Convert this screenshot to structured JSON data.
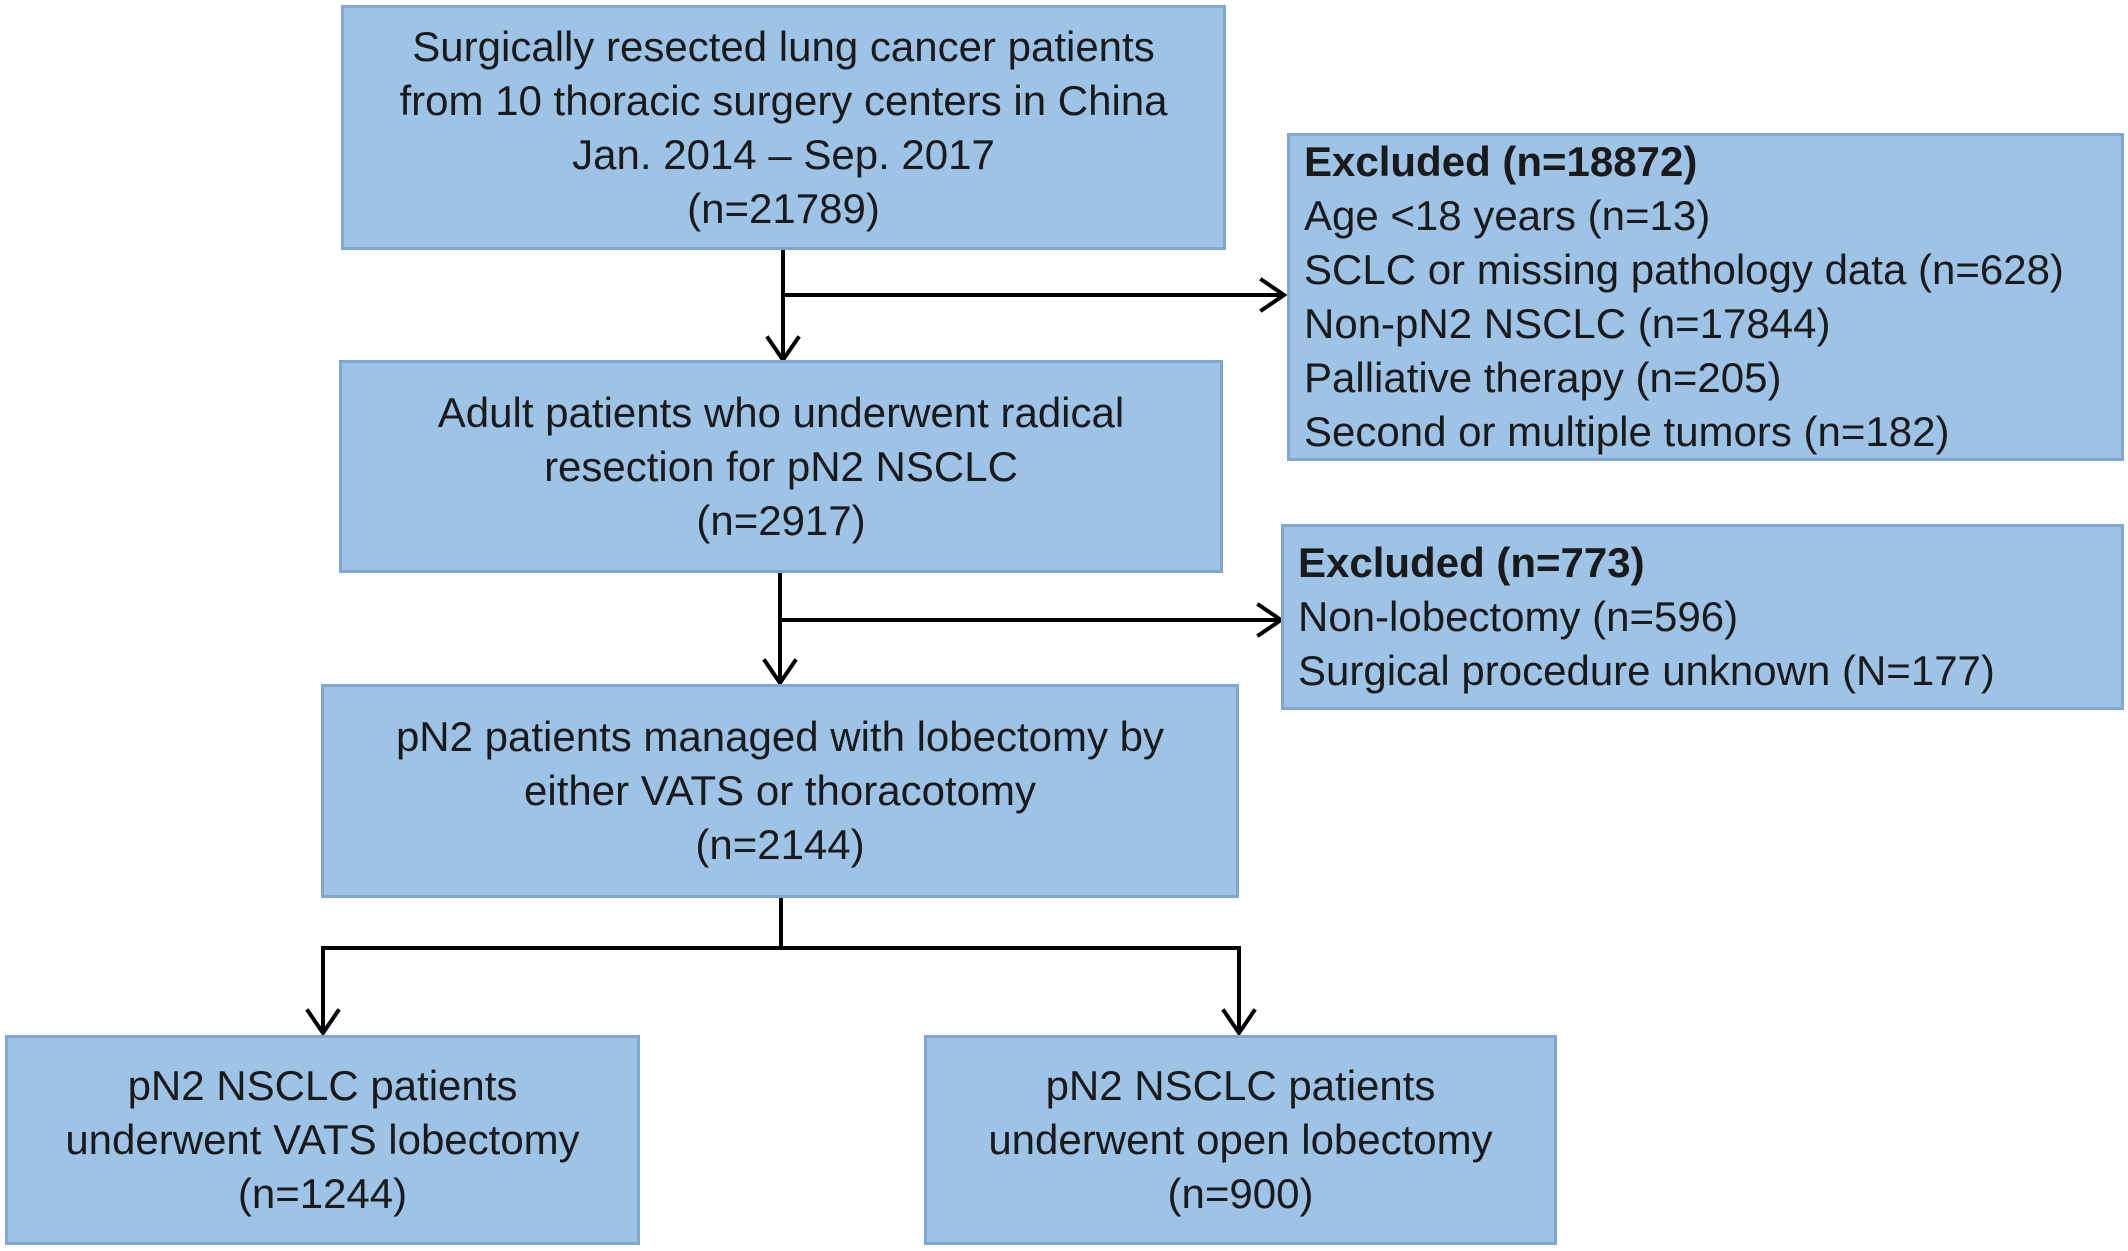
{
  "boxes": {
    "b1": [
      "Surgically resected lung cancer patients",
      "from 10 thoracic surgery centers in China",
      "Jan. 2014 – Sep. 2017",
      "(n=21789)"
    ],
    "b2": [
      "Adult patients who underwent radical",
      "resection for pN2 NSCLC",
      "(n=2917)"
    ],
    "b3": [
      "pN2 patients managed with lobectomy by",
      "either VATS or thoracotomy",
      "(n=2144)"
    ],
    "b4": [
      "pN2 NSCLC patients",
      "underwent VATS lobectomy",
      "(n=1244)"
    ],
    "b5": [
      "pN2 NSCLC patients",
      "underwent open lobectomy",
      "(n=900)"
    ]
  },
  "excluded1": {
    "title": "Excluded (n=18872)",
    "items": [
      "Age <18 years (n=13)",
      "SCLC or missing pathology data (n=628)",
      "Non-pN2 NSCLC (n=17844)",
      "Palliative therapy (n=205)",
      "Second or multiple tumors  (n=182)"
    ]
  },
  "excluded2": {
    "title": "Excluded (n=773)",
    "items": [
      "Non-lobectomy (n=596)",
      "Surgical procedure unknown (N=177)"
    ]
  }
}
